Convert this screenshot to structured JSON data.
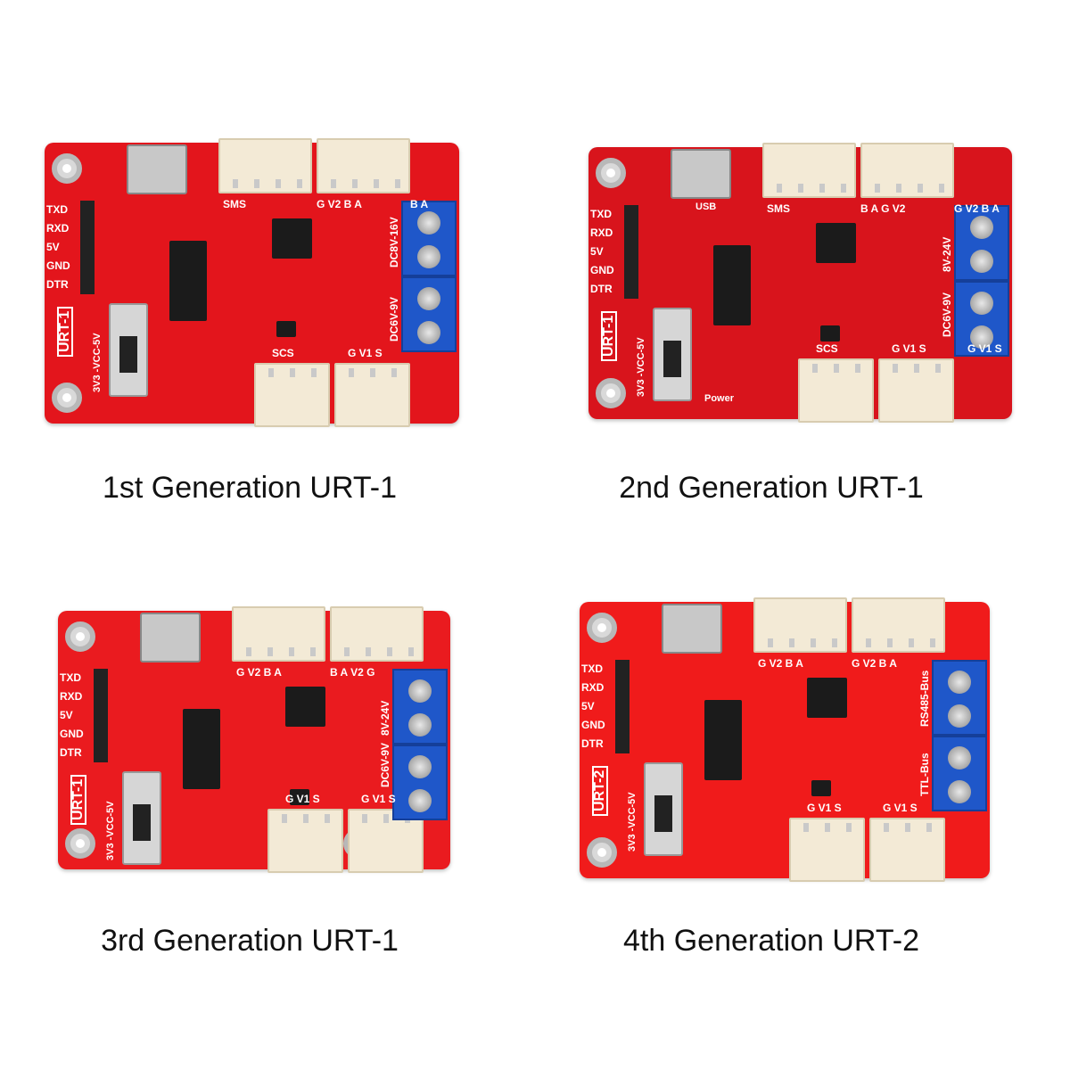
{
  "boards": [
    {
      "id": "b1",
      "model_label": "URT-1",
      "pins": [
        "TXD",
        "RXD",
        "5V",
        "GND",
        "DTR"
      ],
      "switch_label": "3V3 -VCC-5V",
      "top_labels": [
        "SMS",
        "G V2 B A",
        "B A"
      ],
      "bottom_labels": [
        "SCS",
        "G V1 S"
      ],
      "voltage_labels": [
        "DC8V-16V",
        "DC6V-9V"
      ],
      "usb": "mini-usb"
    },
    {
      "id": "b2",
      "model_label": "URT-1",
      "pins": [
        "TXD",
        "RXD",
        "5V",
        "GND",
        "DTR"
      ],
      "switch_label": "3V3 -VCC-5V",
      "top_labels": [
        "SMS",
        "B A G V2",
        "G V2 B A"
      ],
      "bottom_labels": [
        "SCS",
        "G V1 S",
        "G V1 S"
      ],
      "voltage_labels": [
        "8V-24V",
        "DC6V-9V"
      ],
      "extra_labels": [
        "USB",
        "Power"
      ],
      "usb": "micro-usb"
    },
    {
      "id": "b3",
      "model_label": "URT-1",
      "pins": [
        "TXD",
        "RXD",
        "5V",
        "GND",
        "DTR"
      ],
      "switch_label": "3V3 -VCC-5V",
      "top_labels": [
        "G V2 B A",
        "B A V2 G"
      ],
      "bottom_labels": [
        "G V1 S",
        "G V1 S"
      ],
      "voltage_labels": [
        "8V-24V",
        "DC6V-9V"
      ],
      "usb": "micro-usb"
    },
    {
      "id": "b4",
      "model_label": "URT-2",
      "pins": [
        "TXD",
        "RXD",
        "5V",
        "GND",
        "DTR"
      ],
      "switch_label": "3V3 -VCC-5V",
      "top_labels": [
        "G V2 B A",
        "G V2 B A"
      ],
      "bottom_labels": [
        "G V1 S",
        "G V1 S"
      ],
      "voltage_labels": [
        "RS485-Bus",
        "TTL-Bus"
      ],
      "usb": "usb-c"
    }
  ],
  "captions": {
    "gen1": "1st Generation URT-1",
    "gen2": "2nd Generation URT-1",
    "gen3": "3rd Generation URT-1",
    "gen4": "4th Generation URT-2"
  },
  "colors": {
    "pcb": "#e3151c",
    "terminal": "#1f57c9",
    "connector": "#f3ead6"
  }
}
